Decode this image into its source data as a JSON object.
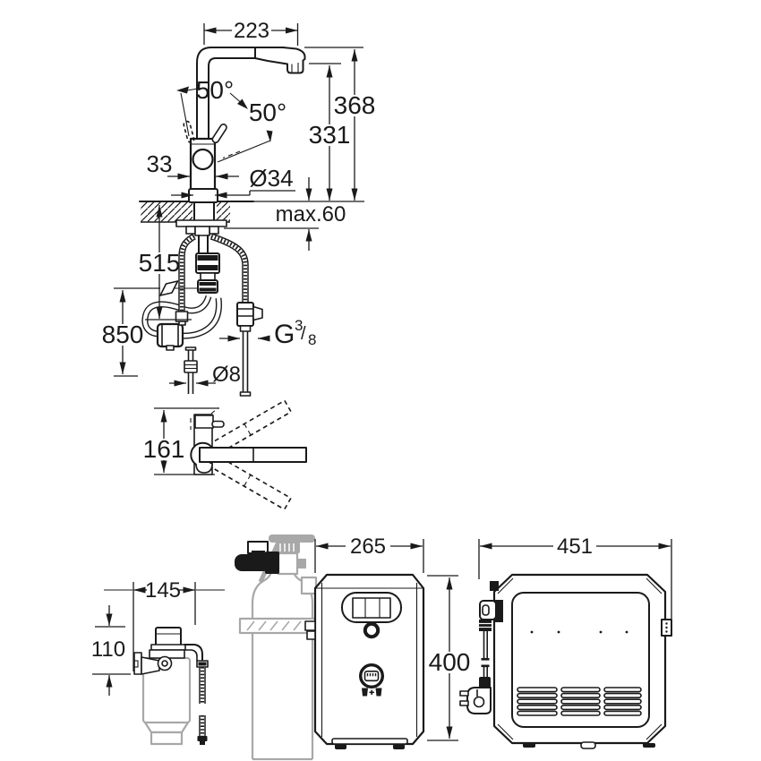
{
  "front_view": {
    "spout_reach": "223",
    "angle_upper": "50°",
    "angle_lower": "50°",
    "spout_height": "368",
    "outlet_height": "331",
    "body_width": "33",
    "hole_diameter": "Ø34",
    "max_counter_thickness": "max.60"
  },
  "under_counter": {
    "hose_length_a": "515",
    "hose_length_b": "850",
    "thread_letter": "G",
    "thread_numerator": "3",
    "thread_slash": "/",
    "thread_denominator": "8",
    "hose_diameter": "Ø8"
  },
  "top_view": {
    "projection_depth": "161"
  },
  "filter": {
    "width": "145",
    "head_height": "110"
  },
  "cooler_front": {
    "width": "265",
    "height": "400"
  },
  "cooler_side": {
    "depth": "451"
  },
  "colors": {
    "line": "#1a1a1a",
    "gray": "#a8a8a8",
    "background": "#ffffff"
  }
}
